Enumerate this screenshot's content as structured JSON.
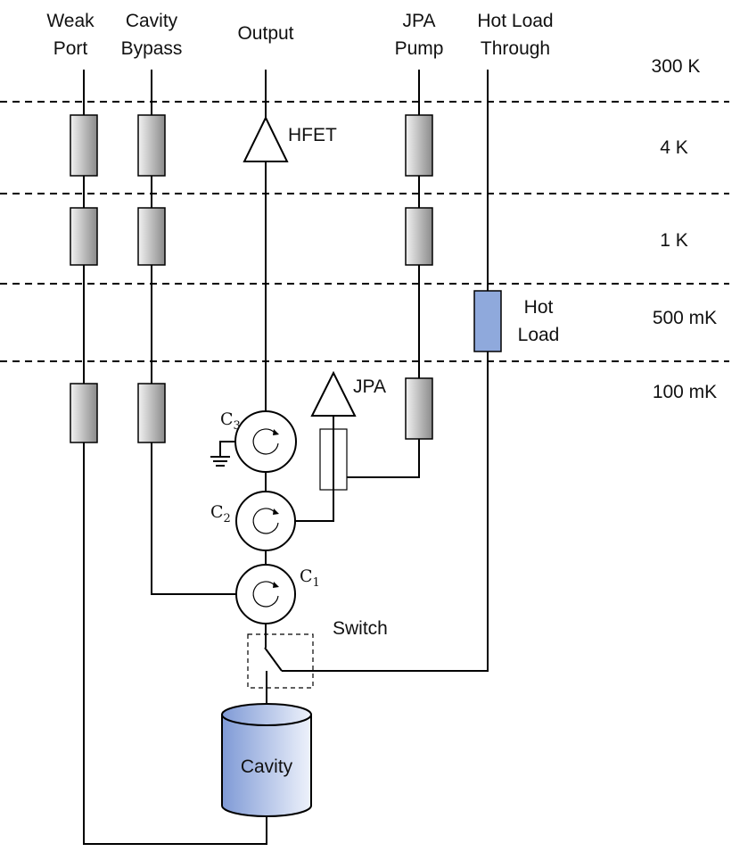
{
  "lines": {
    "weak_port": "Weak\nPort",
    "cavity_bypass": "Cavity\nBypass",
    "output": "Output",
    "jpa_pump": "JPA\nPump",
    "hot_load_through": "Hot Load\nThrough"
  },
  "stages": [
    "300 K",
    "4 K",
    "1 K",
    "500 mK",
    "100 mK"
  ],
  "components": {
    "hfet": "HFET",
    "jpa": "JPA",
    "hot_load": "Hot\nLoad",
    "switch": "Switch",
    "cavity": "Cavity",
    "circulators": [
      {
        "main": "C",
        "sub": "3"
      },
      {
        "main": "C",
        "sub": "2"
      },
      {
        "main": "C",
        "sub": "1"
      }
    ]
  },
  "colors": {
    "attenuator_light": "#f2f2f2",
    "attenuator_dark": "#8a8a8a",
    "hot_load": "#8fa9dc",
    "cavity_dark": "#7f9ad6",
    "cavity_light": "#eef2fb"
  },
  "icons": {
    "attenuator": "attenuator-icon",
    "amplifier": "triangle-amplifier-icon",
    "circulator": "circulator-icon",
    "ground": "ground-icon",
    "switch": "switch-icon",
    "cavity": "cylinder-cavity-icon"
  }
}
